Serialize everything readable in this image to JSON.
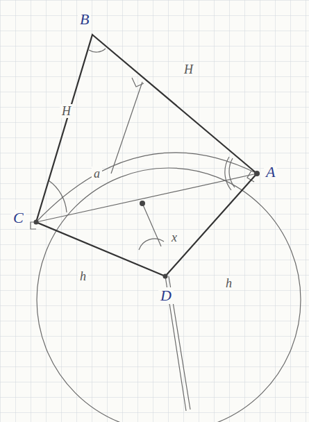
{
  "diagram": {
    "labels": [
      "B",
      "A",
      "C",
      "D",
      "H",
      "H",
      "h",
      "h",
      "x",
      "a"
    ]
  }
}
